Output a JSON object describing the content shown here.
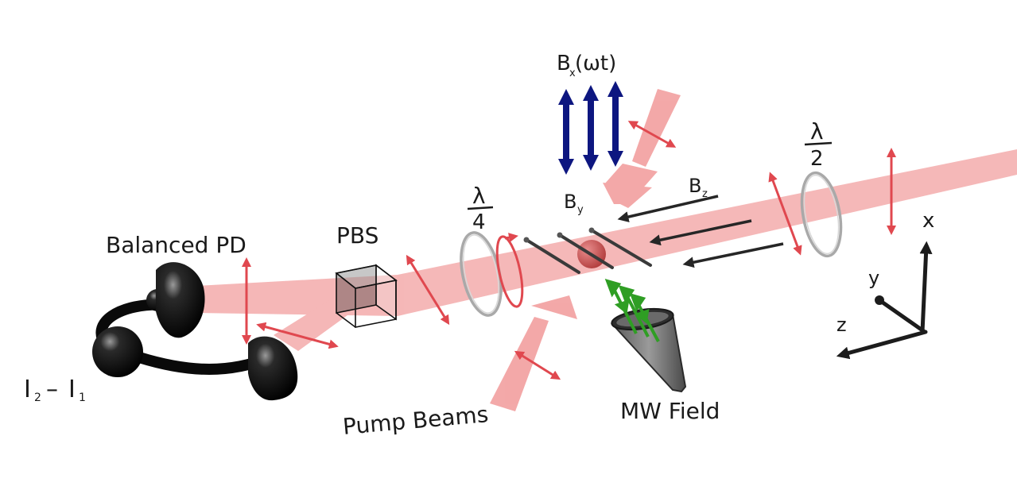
{
  "labels": {
    "balanced_pd": "Balanced PD",
    "pbs": "PBS",
    "detector_signal_main": "I",
    "detector_signal_sub2": "2",
    "detector_signal_dash": "–",
    "detector_signal_i": "I",
    "detector_signal_sub1": "1",
    "quarter_wave_num": "λ",
    "quarter_wave_den": "4",
    "half_wave_num": "λ",
    "half_wave_den": "2",
    "bx_main": "B",
    "bx_sub": "x",
    "bx_arg": "(ωt)",
    "by_main": "B",
    "by_sub": "y",
    "bz_main": "B",
    "bz_sub": "z",
    "pump_beams": "Pump Beams",
    "mw_field": "MW Field",
    "axis_x": "x",
    "axis_y": "y",
    "axis_z": "z"
  },
  "colors": {
    "beam": "#ef8c8c",
    "beam_arrow": "#e0484f",
    "bx_arrows": "#0d1680",
    "field_lines": "#262626",
    "cell": "#c24848",
    "microwave_arrows": "#2f9e24",
    "detector": "#0a0a0a",
    "axes": "#1c1c1c"
  }
}
